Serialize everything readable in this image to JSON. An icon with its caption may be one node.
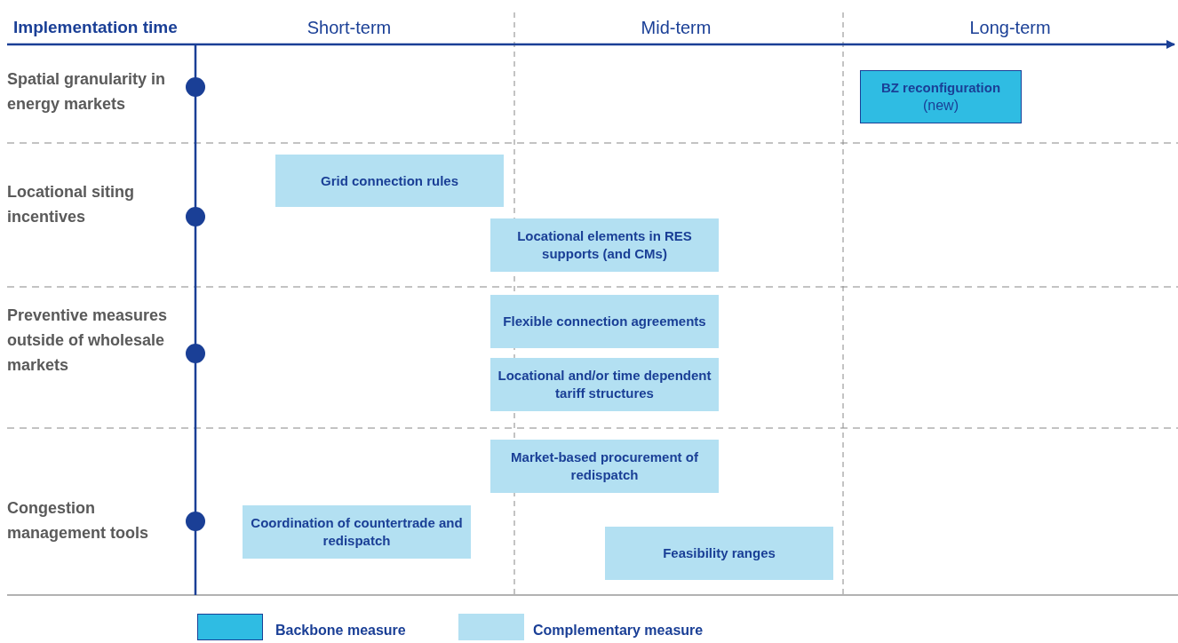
{
  "diagram": {
    "nodes": [
      {
        "text": [
          "BZ reconfiguration",
          "(new)"
        ]
      },
      {
        "text": [
          "Grid connection rules"
        ]
      },
      {
        "text": [
          "Locational elements in RES supports (and CMs)"
        ]
      },
      {
        "text": [
          "Flexible connection agreements"
        ]
      },
      {
        "text": [
          "Locational and/or time dependent tariff structures"
        ]
      },
      {
        "text": [
          "Market-based procurement of redispatch"
        ]
      },
      {
        "text": [
          "Coordination of countertrade and redispatch"
        ]
      },
      {
        "text": [
          "Feasibility ranges"
        ]
      }
    ],
    "edges": [],
    "labels": [
      "Implementation time",
      "Short-term",
      "Mid-term",
      "Long-term",
      "Spatial granularity in energy markets",
      "Locational siting incentives",
      "Preventive measures outside of wholesale markets",
      "Congestion management tools"
    ],
    "legend": [
      {
        "text": "Backbone measure",
        "color": "#2fbce3"
      },
      {
        "text": "Complementary measure",
        "color": "#b3e0f2"
      }
    ]
  }
}
